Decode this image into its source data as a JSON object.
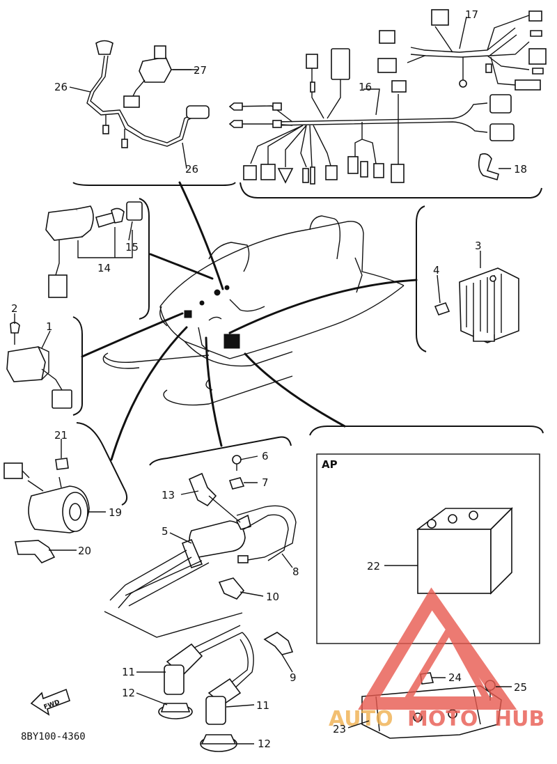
{
  "labels": {
    "l1": "1",
    "l2": "2",
    "l3": "3",
    "l4": "4",
    "l5": "5",
    "l6": "6",
    "l7": "7",
    "l8": "8",
    "l9": "9",
    "l10": "10",
    "l11a": "11",
    "l11b": "11",
    "l12a": "12",
    "l12b": "12",
    "l13": "13",
    "l14": "14",
    "l15": "15",
    "l16": "16",
    "l17": "17",
    "l18": "18",
    "l19": "19",
    "l20": "20",
    "l21": "21",
    "l22": "22",
    "l23": "23",
    "l24": "24",
    "l25": "25",
    "l26a": "26",
    "l26b": "26",
    "l27": "27"
  },
  "ap_box": {
    "label": "AP"
  },
  "fwd_arrow": {
    "label": "FWD"
  },
  "diagram_code": "8BY100-4360",
  "watermark": {
    "text_left": "AUTO",
    "text_mid": "MOTO",
    "text_right": "HUB",
    "color": "#e85a4f",
    "accent": "#f0b050"
  },
  "colors": {
    "ink": "#111111",
    "background": "#ffffff"
  }
}
